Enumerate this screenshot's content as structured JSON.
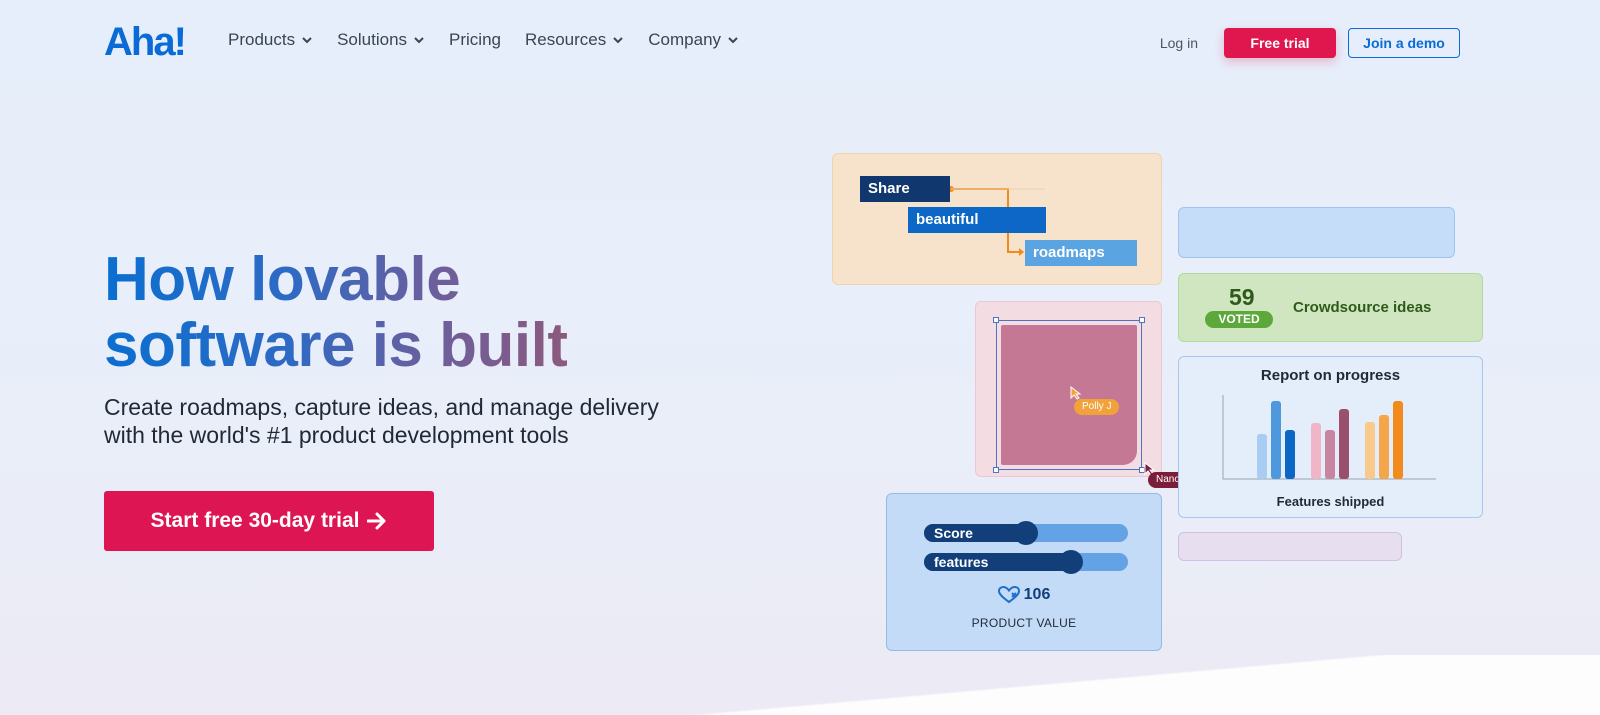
{
  "brand": {
    "logo_text": "Aha!",
    "accent": "#e0164f",
    "primary": "#0b6bd6"
  },
  "nav": {
    "items": [
      {
        "label": "Products",
        "has_dropdown": true
      },
      {
        "label": "Solutions",
        "has_dropdown": true
      },
      {
        "label": "Pricing",
        "has_dropdown": false
      },
      {
        "label": "Resources",
        "has_dropdown": true
      },
      {
        "label": "Company",
        "has_dropdown": true
      }
    ],
    "login_label": "Log in",
    "free_trial_label": "Free trial",
    "demo_label": "Join a demo"
  },
  "hero": {
    "title_line1": "How lovable",
    "title_line2": "software is built",
    "subtitle_line1": "Create roadmaps, capture ideas, and manage delivery",
    "subtitle_line2": "with the world's #1 product development tools",
    "cta_label": "Start free 30-day trial",
    "cta_icon": "arrow-right-icon"
  },
  "illustration": {
    "roadmap": {
      "bar1": "Share",
      "bar2": "beautiful",
      "bar3": "roadmaps"
    },
    "crowdsource": {
      "count": "59",
      "badge": "VOTED",
      "label": "Crowdsource ideas"
    },
    "whiteboard": {
      "cursor1": "Polly J",
      "cursor2": "Nancy K"
    },
    "report": {
      "title": "Report on progress",
      "footer": "Features shipped",
      "groups": [
        {
          "colors": [
            "#a9cdf2",
            "#4e98de",
            "#0b66c4"
          ],
          "values": [
            0.55,
            0.95,
            0.6
          ]
        },
        {
          "colors": [
            "#f0b6c8",
            "#c985a0",
            "#9a4f6d"
          ],
          "values": [
            0.68,
            0.6,
            0.85
          ]
        },
        {
          "colors": [
            "#f8c98a",
            "#f5a54a",
            "#f28b1c"
          ],
          "values": [
            0.7,
            0.78,
            0.95
          ]
        }
      ]
    },
    "score": {
      "slider1_label": "Score",
      "slider1_value": 0.5,
      "slider2_label": "features",
      "slider2_value": 0.72,
      "value": "106",
      "value_icon": "heart-icon",
      "value_label": "PRODUCT VALUE"
    }
  }
}
